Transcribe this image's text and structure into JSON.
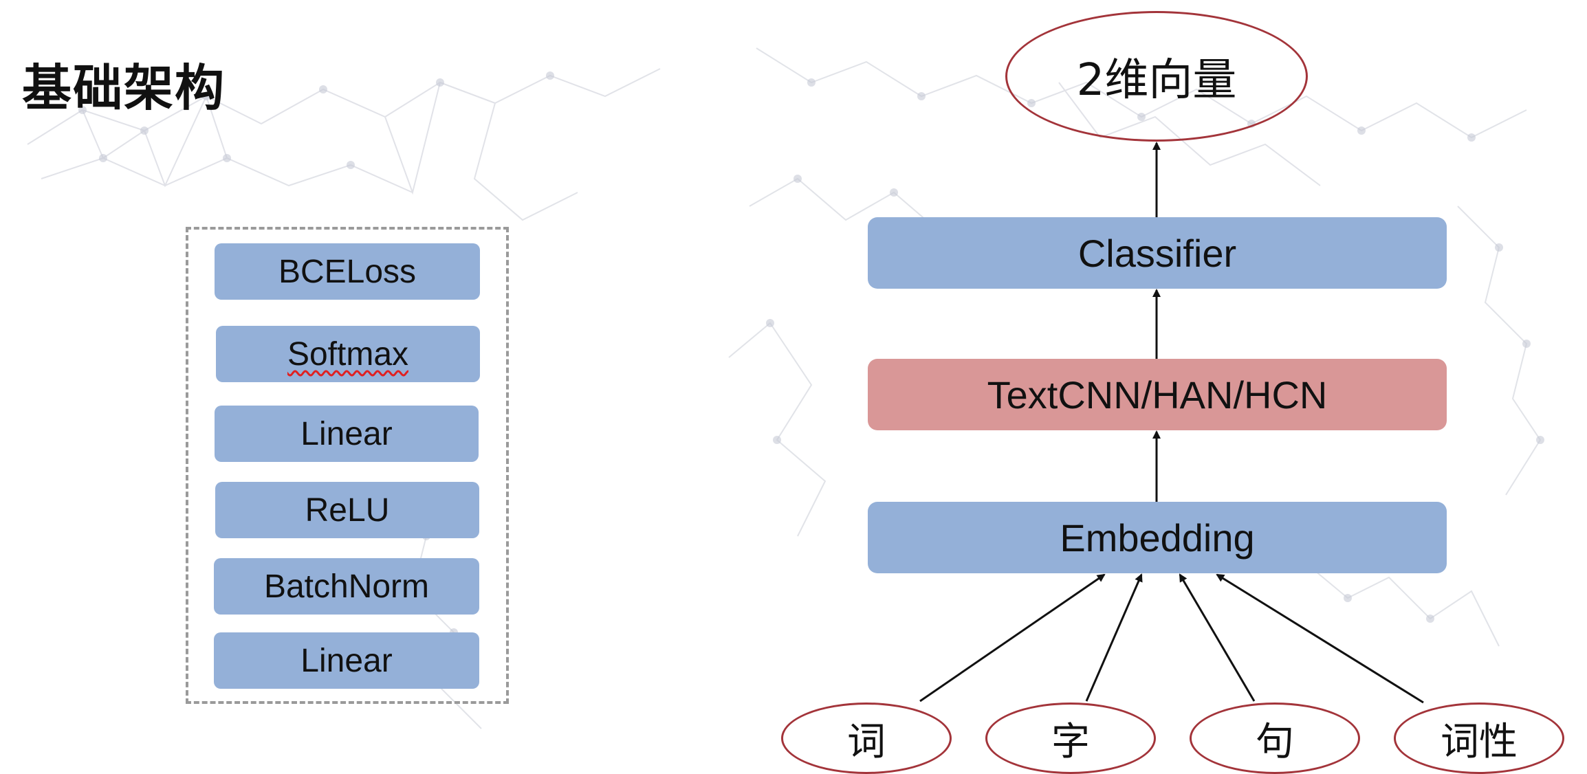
{
  "title": "基础架构",
  "stack": {
    "layers": [
      "BCELoss",
      "Softmax",
      "Linear",
      "ReLU",
      "BatchNorm",
      "Linear"
    ]
  },
  "diagram": {
    "output": "2维向量",
    "classifier": "Classifier",
    "encoder": "TextCNN/HAN/HCN",
    "embedding": "Embedding",
    "inputs": [
      "词",
      "字",
      "句",
      "词性"
    ]
  },
  "colors": {
    "layer_blue": "#94b0d8",
    "encoder_red": "#d99797",
    "ellipse_border": "#a3343a"
  }
}
